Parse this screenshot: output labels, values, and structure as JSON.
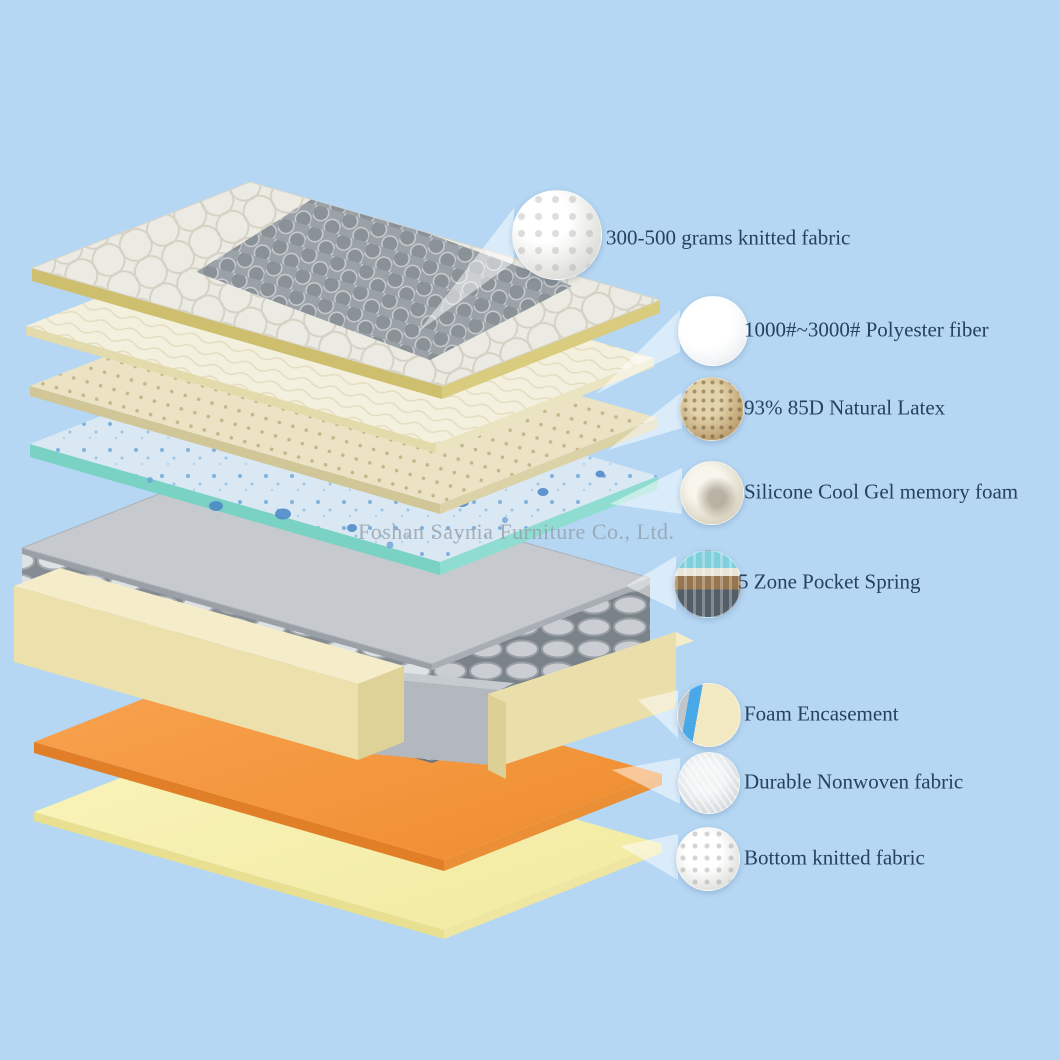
{
  "palette": {
    "background": "#b5d7f3",
    "label_text": "#27415f",
    "quilt_edge_yellow": "#cdbf6e",
    "latex_cream": "#ebe3c4",
    "gel_teal_edge": "#7ad2c4",
    "spring_gray": "#c6cacf",
    "foam_cream": "#f5edca",
    "nonwoven_orange": "#f59a42",
    "bottom_yellow": "#f9f3b8"
  },
  "watermark": "Foshan Saynia Furniture Co., Ltd.",
  "labels": [
    {
      "text": "300-500 grams knitted fabric",
      "icon": "knitted-fabric-swatch"
    },
    {
      "text": "1000#~3000# Polyester fiber",
      "icon": "polyester-fiber-swatch"
    },
    {
      "text": "93% 85D Natural Latex",
      "icon": "natural-latex-swatch"
    },
    {
      "text": "Silicone Cool Gel memory foam",
      "icon": "cool-gel-memory-foam-swatch"
    },
    {
      "text": "5 Zone Pocket Spring",
      "icon": "pocket-spring-swatch"
    },
    {
      "text": "Foam Encasement",
      "icon": "foam-encasement-swatch"
    },
    {
      "text": "Durable Nonwoven fabric",
      "icon": "nonwoven-fabric-swatch"
    },
    {
      "text": "Bottom knitted fabric",
      "icon": "bottom-knitted-fabric-swatch"
    }
  ]
}
